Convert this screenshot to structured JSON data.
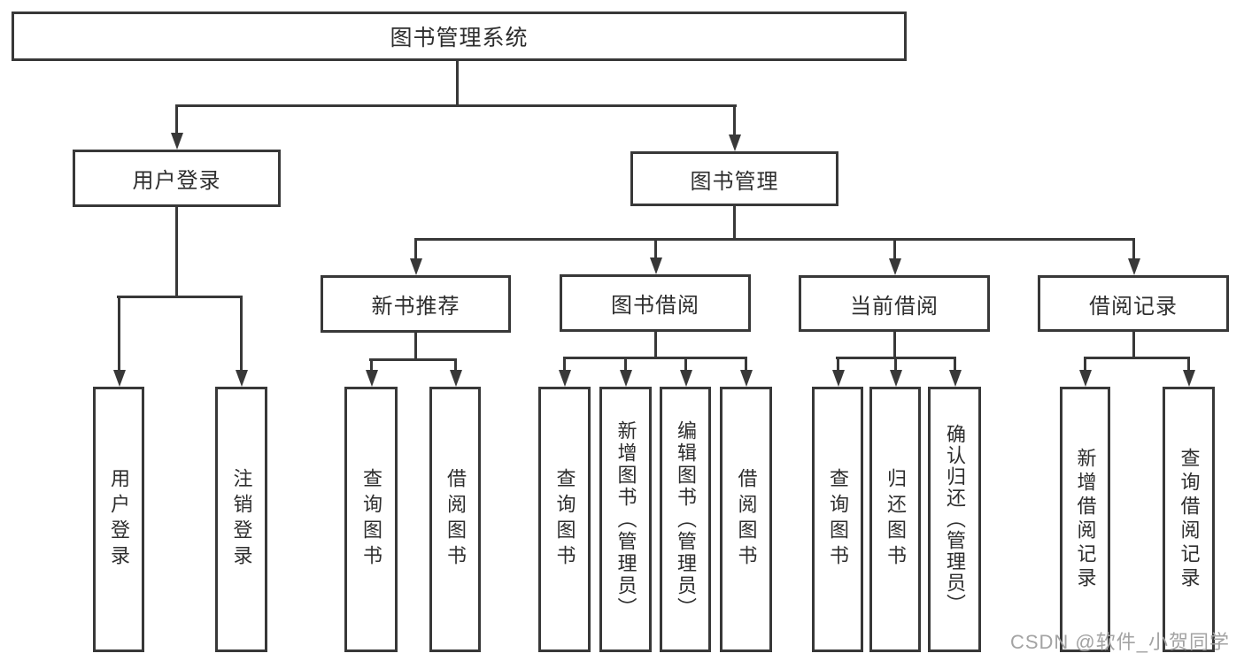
{
  "nodes": {
    "root": "图书管理系统",
    "user_login": "用户登录",
    "book_mgmt": "图书管理",
    "new_book_rec": "新书推荐",
    "book_borrow": "图书借阅",
    "current_borrow": "当前借阅",
    "borrow_records": "借阅记录",
    "ul_user_login": "用户登录",
    "ul_logout": "注销登录",
    "nr_query_book": "查询图书",
    "nr_borrow_book": "借阅图书",
    "bb_query_book": "查询图书",
    "bb_add_book": "新增图书（管理员）",
    "bb_edit_book": "编辑图书（管理员）",
    "bb_borrow_book": "借阅图书",
    "cb_query_book": "查询图书",
    "cb_return_book": "归还图书",
    "cb_confirm_return": "确认归还（管理员）",
    "br_add_record": "新增借阅记录",
    "br_query_record": "查询借阅记录"
  },
  "hierarchy": [
    {
      "parent": "图书管理系统",
      "children": [
        "用户登录",
        "图书管理"
      ]
    },
    {
      "parent": "用户登录",
      "children": [
        "用户登录",
        "注销登录"
      ]
    },
    {
      "parent": "图书管理",
      "children": [
        "新书推荐",
        "图书借阅",
        "当前借阅",
        "借阅记录"
      ]
    },
    {
      "parent": "新书推荐",
      "children": [
        "查询图书",
        "借阅图书"
      ]
    },
    {
      "parent": "图书借阅",
      "children": [
        "查询图书",
        "新增图书（管理员）",
        "编辑图书（管理员）",
        "借阅图书"
      ]
    },
    {
      "parent": "当前借阅",
      "children": [
        "查询图书",
        "归还图书",
        "确认归还（管理员）"
      ]
    },
    {
      "parent": "借阅记录",
      "children": [
        "新增借阅记录",
        "查询借阅记录"
      ]
    }
  ],
  "watermark": "CSDN @软件_小贺同学",
  "colors": {
    "line": "#383838",
    "text": "#2e2e2e",
    "box_fill": "#ffffff",
    "background": "#ffffff",
    "watermark": "#a3a3a3"
  }
}
